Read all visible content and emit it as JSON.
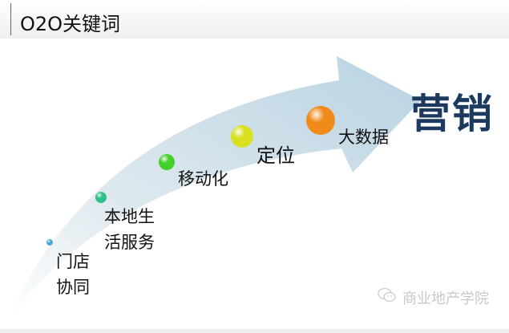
{
  "header": {
    "title": "O2O关键词"
  },
  "target": "营销",
  "steps": [
    {
      "label_line1": "门店",
      "label_line2": "协同",
      "color": "#4aa8d8"
    },
    {
      "label_line1": "本地生",
      "label_line2": "活服务",
      "color": "#2ec08a"
    },
    {
      "label": "移动化",
      "color": "#44d02a"
    },
    {
      "label": "定位",
      "color": "#d8e020"
    },
    {
      "label": "大数据",
      "color": "#f08a1a"
    }
  ],
  "watermark": {
    "icon": "wechat-icon",
    "text": "商业地产学院"
  }
}
